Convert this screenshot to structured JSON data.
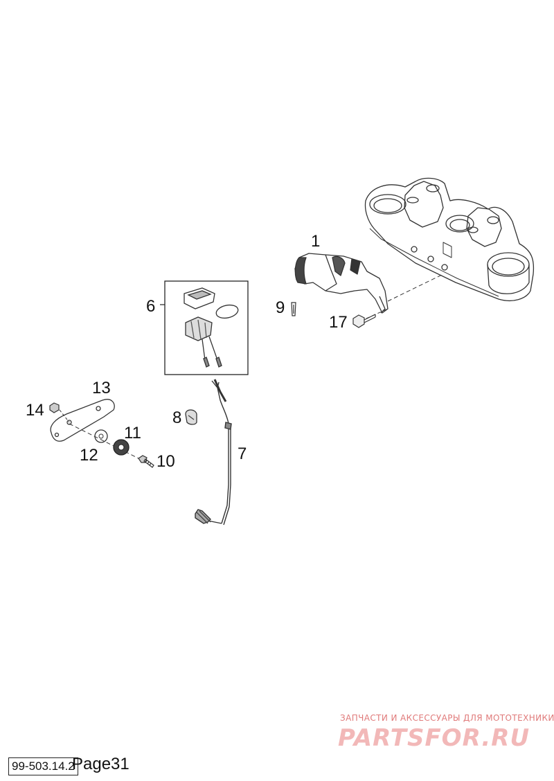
{
  "callouts": {
    "c1": "1",
    "c6": "6",
    "c7": "7",
    "c8": "8",
    "c9": "9",
    "c10": "10",
    "c11": "11",
    "c12": "12",
    "c13": "13",
    "c14": "14",
    "c17": "17"
  },
  "watermark": {
    "tagline": "ЗАПЧАСТИ И АКСЕССУАРЫ ДЛЯ МОТОТЕХНИКИ",
    "logo": "PARTSFOR.RU"
  },
  "footer": {
    "code": "99-503.14.2",
    "page": "Page31"
  }
}
